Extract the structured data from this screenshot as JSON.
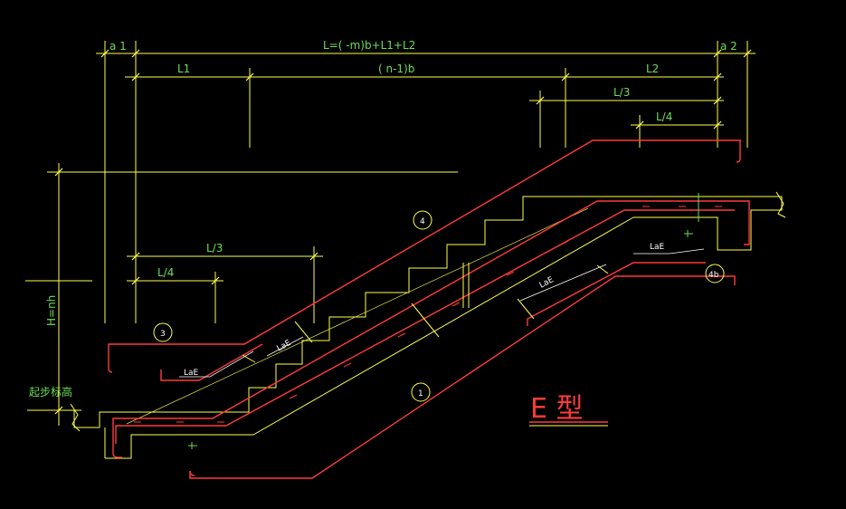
{
  "drawing": {
    "dims": {
      "a1": "a 1",
      "a2": "a 2",
      "total": "L=( -m)b+L1+L2",
      "l1": "L1",
      "mid": "( n-1)b",
      "l2": "L2",
      "l3_top": "L/3",
      "l4_top": "L/4",
      "l3_left": "L/3",
      "l4_left": "L/4",
      "height": "H=nh"
    },
    "labels": {
      "start_level": "起步标高",
      "lae_1": "LaE",
      "lae_2": "LaE",
      "lae_3": "LaE",
      "lae_4": "LaE"
    },
    "markers": {
      "m1": "1",
      "m3": "3",
      "m4": "4",
      "m4b": "4b"
    },
    "title": "E 型",
    "colors": {
      "background": "#000000",
      "dimension_line": "#ffff4d",
      "text": "#6cdc57",
      "rebar": "#ff3b3b",
      "stair_outline": "#ffff4d"
    }
  }
}
